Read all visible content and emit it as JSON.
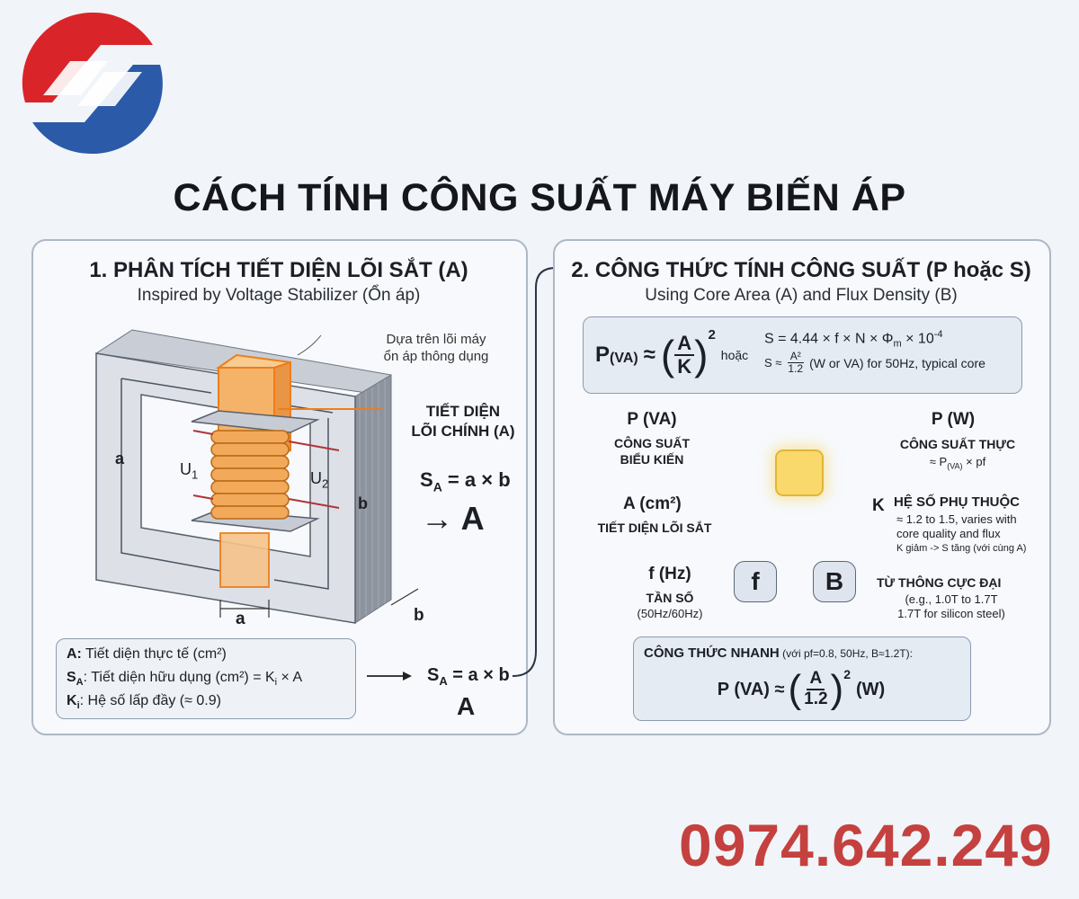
{
  "title": "CÁCH TÍNH CÔNG SUẤT MÁY BIẾN ÁP",
  "phone": "0974.642.249",
  "colors": {
    "accent_orange": "#f08a24",
    "brand_red": "#d9252a",
    "brand_blue": "#2b5aa8",
    "phone_red": "#c4413f"
  },
  "left": {
    "title": "1. PHÂN TÍCH TIẾT DIỆN LÕI SẮT (A)",
    "subtitle": "Inspired by Voltage Stabilizer (Ổn áp)",
    "note_line1": "Dựa trên lõi máy",
    "note_line2": "ổn áp thông dụng",
    "section_line1": "TIẾT DIỆN",
    "section_line2": "LÕI CHÍNH (A)",
    "u1": "U",
    "u1_sub": "1",
    "u2": "U",
    "u2_sub": "2",
    "label_a_left": "a",
    "label_a_bottom": "a",
    "label_b_right": "b",
    "label_b_bottom": "b",
    "sa_formula_main": "S",
    "sa_formula_sub": "A",
    "sa_formula_rest": " = a × b",
    "arrow_a": "→ A",
    "legend": {
      "a_key": "A:",
      "a_text": " Tiết diện thực tế (cm²)",
      "sa_key": "S",
      "sa_key_sub": "A",
      "sa_text_1": ": Tiết diện hữu dụng (cm²) = K",
      "sa_text_sub": "i",
      "sa_text_2": " × A",
      "ki_key": "K",
      "ki_key_sub": "i",
      "ki_text": ": Hệ số lấp đầy (≈ 0.9)"
    },
    "bottom_formula_main": "S",
    "bottom_formula_sub": "A",
    "bottom_formula_rest": " = a × b",
    "bottom_a": "A"
  },
  "right": {
    "title": "2. CÔNG THỨC TÍNH CÔNG SUẤT (P hoặc S)",
    "subtitle": "Using Core Area (A) and Flux Density (B)",
    "main_formula": {
      "p": "P",
      "p_sub": "(VA)",
      "approx": "≈",
      "num": "A",
      "den": "K",
      "exp": "2",
      "or": "hoặc",
      "s1_a": "S = 4.44 × f × N × Φ",
      "s1_sub": "m",
      "s1_b": " × 10",
      "s1_exp": "-4",
      "s2_a": "S ≈",
      "s2_num": "A²",
      "s2_den": "1.2",
      "s2_b": "(W or VA) for 50Hz, typical core"
    },
    "nodes": {
      "pva_title": "P (VA)",
      "pva_l1": "CÔNG SUẤT",
      "pva_l2": "BIỂU KIẾN",
      "pw_title": "P (W)",
      "pw_l1": "CÔNG SUẤT THỰC",
      "pw_l2a": "≈ P",
      "pw_l2sub": "(VA)",
      "pw_l2b": " × pf",
      "area_title": "A (cm²)",
      "area_l1": "TIẾT DIỆN LÕI SẮT",
      "k_letter": "K",
      "k_title": "HỆ SỐ PHỤ THUỘC",
      "k_l1": "≈ 1.2 to 1.5, varies with",
      "k_l2": "core quality and flux",
      "k_l3": "K giảm -> S tăng (với cùng A)",
      "f_title": "f (Hz)",
      "f_l1": "TẦN SỐ",
      "f_l2": "(50Hz/60Hz)",
      "f_box": "f",
      "b_box": "B",
      "b_title": "TỪ THÔNG CỰC ĐẠI",
      "b_l1": "(e.g., 1.0T to 1.7T",
      "b_l2": "1.7T for silicon steel)"
    },
    "quick": {
      "title": "CÔNG THỨC NHANH",
      "cond": " (với pf=0.8, 50Hz, B≈1.2T):",
      "lhs": "P (VA) ≈",
      "num": "A",
      "den": "1.2",
      "exp": "2",
      "rhs": "(W)"
    }
  }
}
